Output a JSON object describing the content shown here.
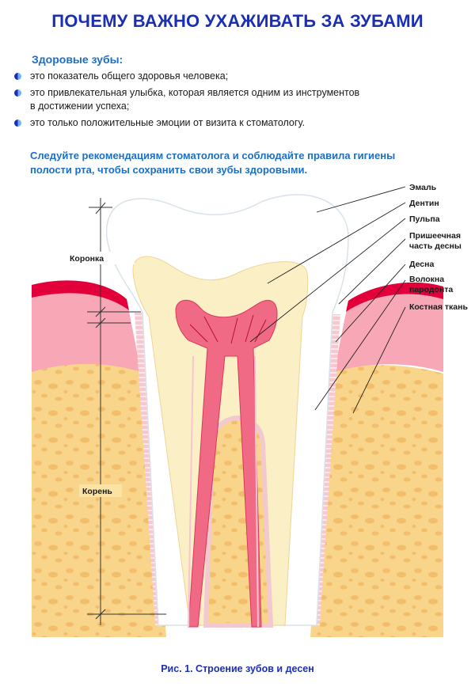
{
  "title": "ПОЧЕМУ ВАЖНО УХАЖИВАТЬ ЗА ЗУБАМИ",
  "healthy_teeth": {
    "heading": "Здоровые зубы:",
    "items": [
      {
        "line1": "это показатель общего здоровья человека;",
        "line2": ""
      },
      {
        "line1": "это привлекательная улыбка, которая является одним из инструментов",
        "line2": "в достижении успеха;"
      },
      {
        "line1": "это только положительные эмоции от визита к стоматологу.",
        "line2": ""
      }
    ]
  },
  "recommendation": {
    "line1": "Следуйте рекомендациям стоматолога и соблюдайте правила гигиены",
    "line2": "полости рта, чтобы сохранить свои зубы здоровыми."
  },
  "diagram": {
    "left_labels": {
      "crown": "Коронка",
      "root": "Корень"
    },
    "right_labels": [
      {
        "line1": "Эмаль",
        "line2": ""
      },
      {
        "line1": "Дентин",
        "line2": ""
      },
      {
        "line1": "Пульпа",
        "line2": ""
      },
      {
        "line1": "Пришеечная",
        "line2": "часть десны"
      },
      {
        "line1": "Десна",
        "line2": ""
      },
      {
        "line1": "Волокна",
        "line2": "пародонта"
      },
      {
        "line1": "Костная ткань",
        "line2": ""
      }
    ],
    "colors": {
      "enamel": "#ffffff",
      "dentin": "#fbefc6",
      "pulp": "#f06a86",
      "gum": "#f7a7b5",
      "gum_edge": "#e3003a",
      "bone": "#f8d58a",
      "fibers": "#f2c9cf"
    }
  },
  "caption": "Рис. 1. Строение зубов и десен"
}
